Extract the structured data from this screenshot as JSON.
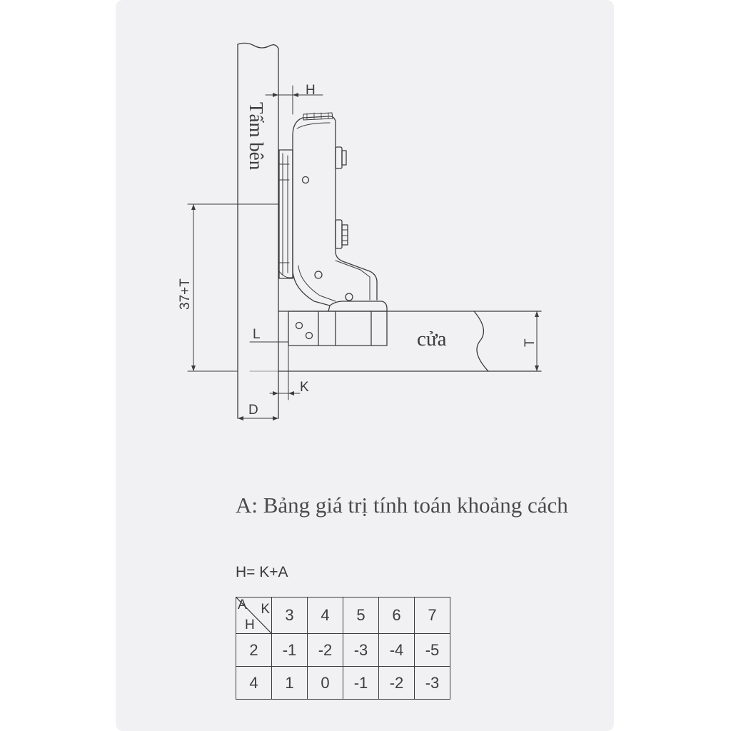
{
  "diagram": {
    "side_panel_label": "Tấm bên",
    "door_label": "cửa",
    "dim_H": "H",
    "dim_37T": "37+T",
    "dim_L": "L",
    "dim_K": "K",
    "dim_D": "D",
    "dim_T": "T"
  },
  "table_section": {
    "title": "A: Bảng giá trị tính toán khoảng cách",
    "formula": "H= K+A",
    "corner": {
      "a": "A",
      "k": "K",
      "h": "H"
    },
    "k_values": [
      "3",
      "4",
      "5",
      "6",
      "7"
    ],
    "rows": [
      {
        "a": "2",
        "h": [
          "-1",
          "-2",
          "-3",
          "-4",
          "-5"
        ]
      },
      {
        "a": "4",
        "h": [
          "1",
          "0",
          "-1",
          "-2",
          "-3"
        ]
      }
    ]
  },
  "colors": {
    "panel_background": "#f1f1f3",
    "line": "#3c3c3c"
  }
}
